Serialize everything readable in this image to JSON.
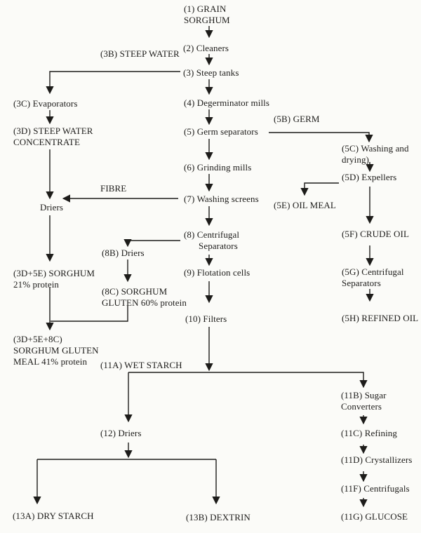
{
  "colors": {
    "background": "#fbfbf8",
    "ink": "#1d1c1a"
  },
  "nodes": {
    "n1": {
      "label": "(1) GRAIN\nSORGHUM"
    },
    "n2": {
      "label": "(2) Cleaners"
    },
    "n3": {
      "label": "(3) Steep tanks"
    },
    "n3b": {
      "label": "(3B) STEEP WATER"
    },
    "n3c": {
      "label": "(3C) Evaporators"
    },
    "n3d": {
      "label": "(3D) STEEP WATER\nCONCENTRATE"
    },
    "n4": {
      "label": "(4) Degerminator mills"
    },
    "n5": {
      "label": "(5) Germ separators"
    },
    "n5b": {
      "label": "(5B) GERM"
    },
    "n5c": {
      "label": "(5C) Washing and\ndrying)"
    },
    "n5d": {
      "label": "(5D) Expellers"
    },
    "n5e": {
      "label": "(5E) OIL MEAL"
    },
    "n5f": {
      "label": "(5F) CRUDE OIL"
    },
    "n5g": {
      "label": "(5G) Centrifugal\nSeparators"
    },
    "n5h": {
      "label": "(5H) REFINED OIL"
    },
    "n6": {
      "label": "(6) Grinding mills"
    },
    "n7": {
      "label": "(7) Washing screens"
    },
    "fibre": {
      "label": "FIBRE"
    },
    "driers": {
      "label": "Driers"
    },
    "n8": {
      "label": "(8) Centrifugal\nSeparators"
    },
    "n8b": {
      "label": "(8B) Driers"
    },
    "n8c": {
      "label": "(8C) SORGHUM\nGLUTEN 60% protein"
    },
    "n9": {
      "label": "(9) Flotation cells"
    },
    "n10": {
      "label": "(10) Filters"
    },
    "n3d5e": {
      "label": "(3D+5E) SORGHUM\n21% protein"
    },
    "n3d5e8c": {
      "label": "(3D+5E+8C)\nSORGHUM GLUTEN\nMEAL 41% protein"
    },
    "n11a": {
      "label": "(11A) WET STARCH"
    },
    "n11b": {
      "label": "(11B) Sugar\nConverters"
    },
    "n11c": {
      "label": "(11C) Refining"
    },
    "n11d": {
      "label": "(11D) Crystallizers"
    },
    "n11f": {
      "label": "(11F) Centrifugals"
    },
    "n11g": {
      "label": "(11G) GLUCOSE"
    },
    "n12": {
      "label": "(12) Driers"
    },
    "n13a": {
      "label": "(13A) DRY STARCH"
    },
    "n13b": {
      "label": "(13B) DEXTRIN"
    }
  }
}
